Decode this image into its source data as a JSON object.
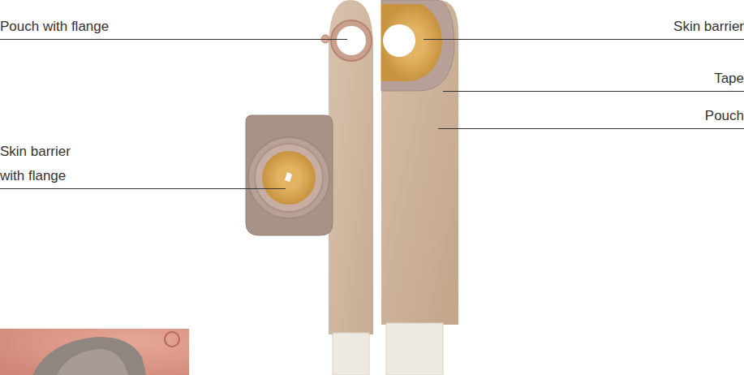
{
  "diagram": {
    "labels": [
      "Pouch with flange",
      "Skin barrier with flange",
      "Skin barrier",
      "Tape",
      "Pouch"
    ]
  }
}
